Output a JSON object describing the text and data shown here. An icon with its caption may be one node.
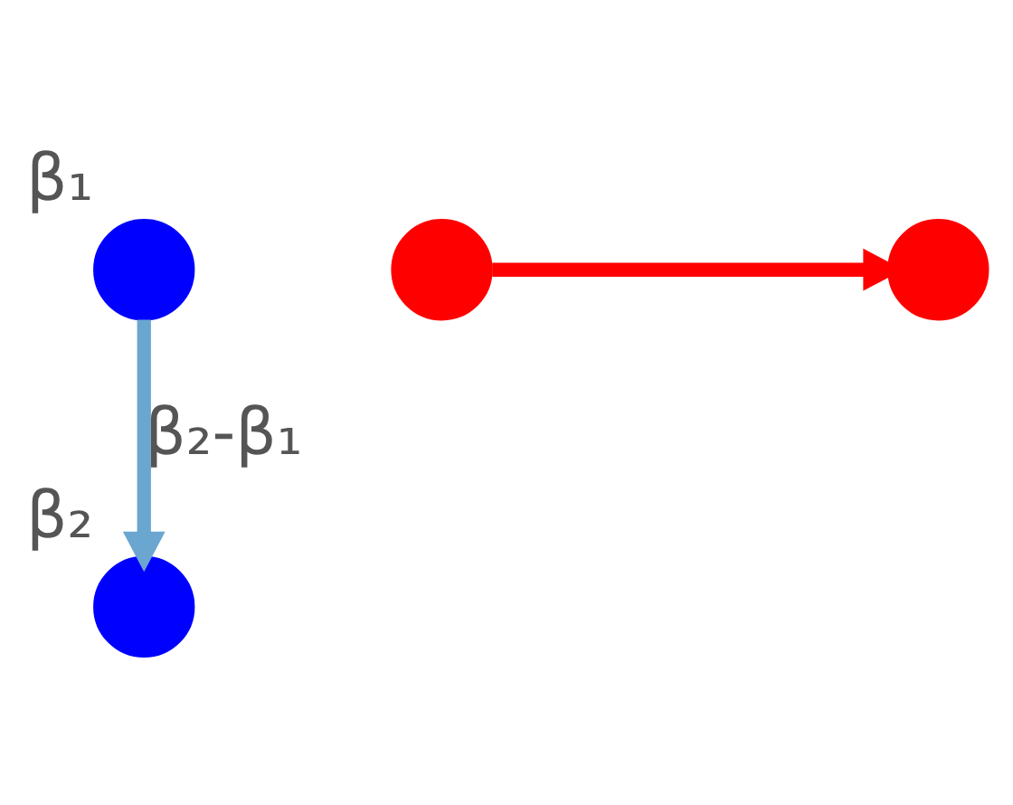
{
  "diagram": {
    "nodes": [
      {
        "text": [],
        "shape": "circle",
        "beside": [
          "β₁"
        ]
      },
      {
        "text": [],
        "shape": "circle"
      },
      {
        "text": [],
        "shape": "circle"
      },
      {
        "text": [],
        "shape": "circle",
        "beside": [
          "β₂"
        ]
      }
    ],
    "edges": [
      {
        "from": 0,
        "to": 3,
        "arrow": "to",
        "label": "β₂-β₁",
        "color": "#6aa6d0"
      },
      {
        "from": 1,
        "to": 2,
        "arrow": "to",
        "color": "#ff0000"
      }
    ]
  }
}
